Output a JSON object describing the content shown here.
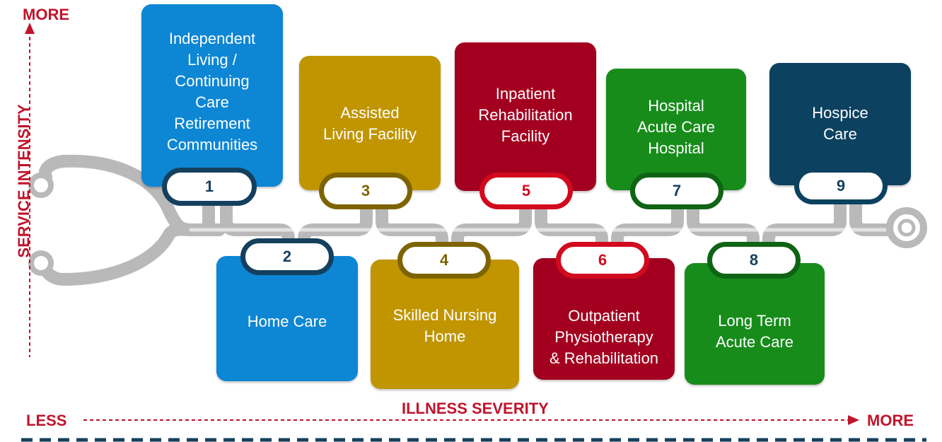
{
  "axes": {
    "y_more": "MORE",
    "y_label": "SERVICE INTENSITY",
    "x_label": "ILLNESS SEVERITY",
    "x_less": "LESS",
    "x_more": "MORE"
  },
  "colors": {
    "blue": "#0d86d4",
    "gold": "#c09500",
    "red": "#a3001f",
    "green": "#178c1b",
    "navy": "#0c4160",
    "axis": "#c0142c",
    "dash": "#14405e"
  },
  "steps": [
    {
      "num": "1",
      "label": "Independent\nLiving /\nContinuing\nCare\nRetirement\nCommunities"
    },
    {
      "num": "2",
      "label": "Home Care"
    },
    {
      "num": "3",
      "label": "Assisted\nLiving Facility"
    },
    {
      "num": "4",
      "label": "Skilled Nursing\nHome"
    },
    {
      "num": "5",
      "label": "Inpatient\nRehabilitation\nFacility"
    },
    {
      "num": "6",
      "label": "Outpatient\nPhysiotherapy\n& Rehabilitation"
    },
    {
      "num": "7",
      "label": "Hospital\nAcute Care\nHospital"
    },
    {
      "num": "8",
      "label": "Long Term\nAcute Care"
    },
    {
      "num": "9",
      "label": "Hospice\nCare"
    }
  ]
}
